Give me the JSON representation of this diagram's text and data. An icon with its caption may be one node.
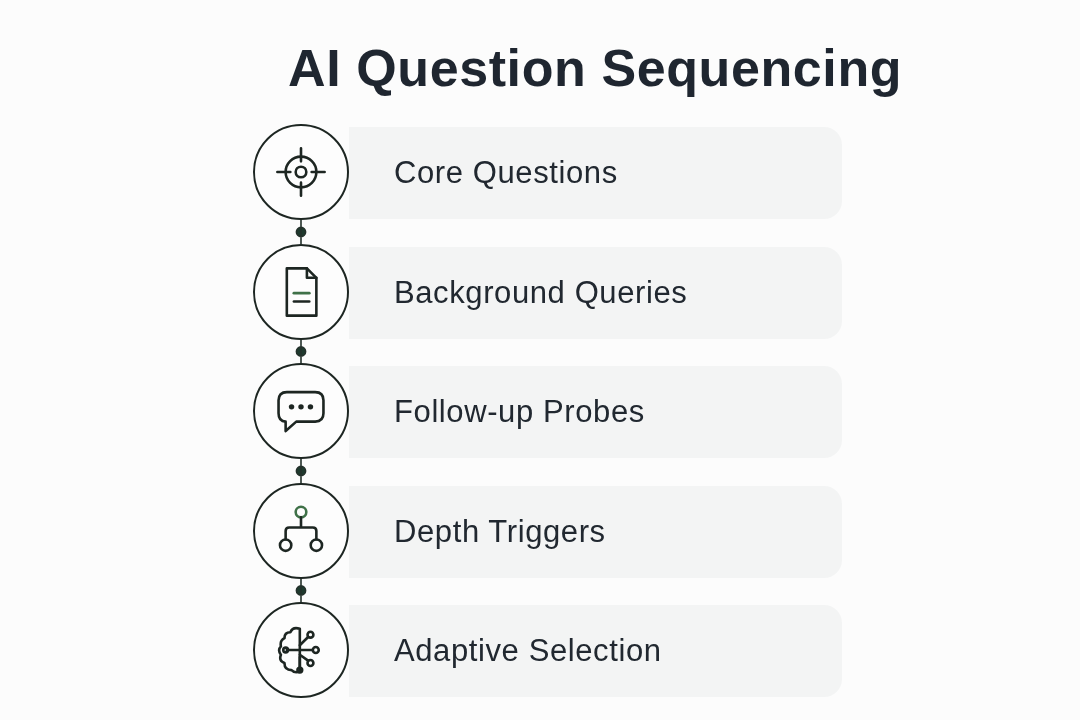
{
  "diagram": {
    "title": "AI Question Sequencing",
    "nodes": [
      {
        "text": [],
        "shape": "circle"
      },
      {
        "text": [
          "Core Questions"
        ]
      },
      {
        "text": [],
        "shape": "circle"
      },
      {
        "text": [
          "Background Queries"
        ]
      },
      {
        "text": [],
        "shape": "circle"
      },
      {
        "text": [
          "Follow-up Probes"
        ]
      },
      {
        "text": [],
        "shape": "circle"
      },
      {
        "text": [
          "Depth Triggers"
        ]
      },
      {
        "text": [],
        "shape": "circle"
      },
      {
        "text": [
          "Adaptive Selection"
        ]
      }
    ],
    "edges": [
      {
        "from": 0,
        "to": 2,
        "arrow": "none"
      },
      {
        "from": 2,
        "to": 4,
        "arrow": "none"
      },
      {
        "from": 4,
        "to": 6,
        "arrow": "none"
      },
      {
        "from": 6,
        "to": 8,
        "arrow": "none"
      }
    ]
  }
}
